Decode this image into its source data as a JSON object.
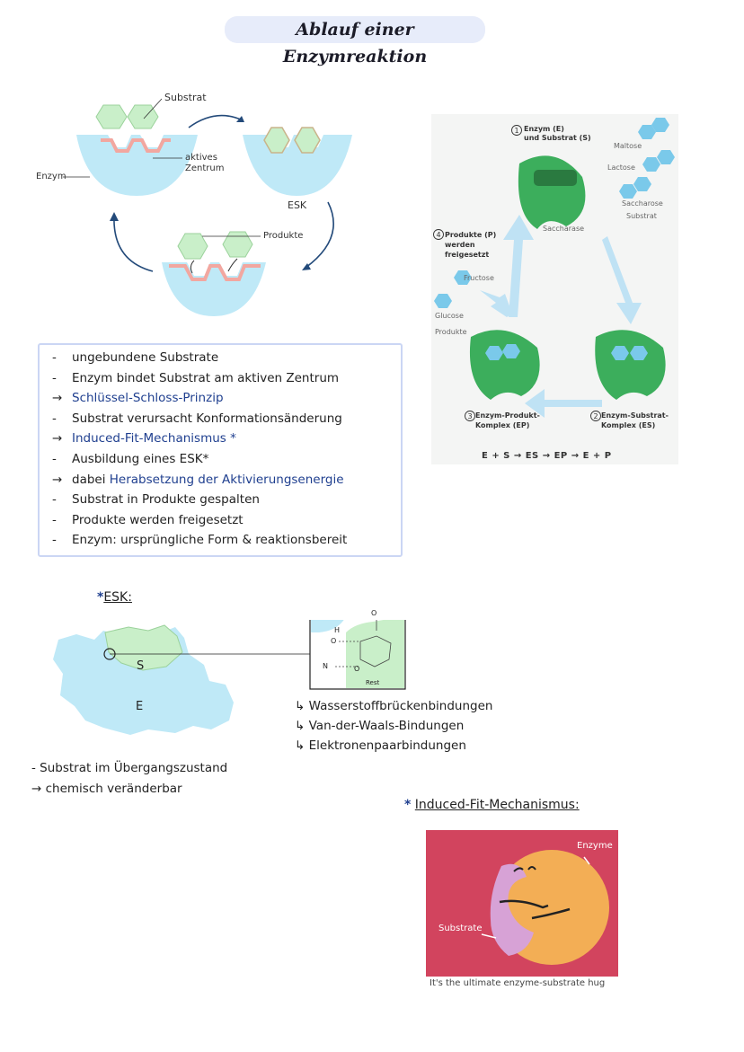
{
  "title": "Ablauf einer Enzymreaktion",
  "cycle": {
    "substrat": "Substrat",
    "aktives": "aktives",
    "zentrum": "Zentrum",
    "enzym": "Enzym",
    "esk": "ESK",
    "produkte": "Produkte"
  },
  "figure": {
    "step1_a": "Enzym (E)",
    "step1_b": "und Substrat (S)",
    "step2_a": "Enzym-Substrat-",
    "step2_b": "Komplex (ES)",
    "step3_a": "Enzym-Produkt-",
    "step3_b": "Komplex (EP)",
    "step4_a": "Produkte (P)",
    "step4_b": "werden",
    "step4_c": "freigesetzt",
    "maltose": "Maltose",
    "lactose": "Lactose",
    "saccharose": "Saccharose",
    "substrat": "Substrat",
    "saccharase": "Saccharase",
    "fructose": "Fructose",
    "glucose": "Glucose",
    "produkte": "Produkte",
    "equation": "E + S  →  ES  →  EP  →  E + P"
  },
  "notes": [
    {
      "marker": "-",
      "text": "ungebundene Substrate",
      "blue": false
    },
    {
      "marker": "-",
      "text": "Enzym bindet Substrat am aktiven Zentrum",
      "blue": false
    },
    {
      "marker": "→",
      "text": "Schlüssel-Schloss-Prinzip",
      "blue": true
    },
    {
      "marker": "-",
      "text": "Substrat verursacht Konformationsänderung",
      "blue": false
    },
    {
      "marker": "→",
      "text": "Induced-Fit-Mechanismus *",
      "blue": true
    },
    {
      "marker": "-",
      "text": "Ausbildung eines ESK*",
      "blue": false
    },
    {
      "marker": "→",
      "text": "dabei ",
      "blue_part": "Herabsetzung der Aktivierungsenergie",
      "blue": false
    },
    {
      "marker": "-",
      "text": "Substrat in Produkte gespalten",
      "blue": false
    },
    {
      "marker": "-",
      "text": "Produkte werden freigesetzt",
      "blue": false
    },
    {
      "marker": "-",
      "text": "Enzym: ursprüngliche Form & reaktionsbereit",
      "blue": false
    }
  ],
  "esk": {
    "heading_star": "*",
    "heading": "ESK:",
    "s_label": "S",
    "e_label": "E",
    "rest": "Rest",
    "o": "O",
    "h": "H",
    "n": "N",
    "bonds": [
      "↳ Wasserstoffbrückenbindungen",
      "↳ Van-der-Waals-Bindungen",
      "↳ Elektronenpaarbindungen"
    ],
    "note1": "- Substrat im Übergangszustand",
    "note2": "→ chemisch veränderbar"
  },
  "fit": {
    "heading_star": "*",
    "heading": "Induced-Fit-Mechanismus:",
    "enzyme": "Enzyme",
    "substrate": "Substrate",
    "caption": "It's the ultimate enzyme-substrate hug"
  },
  "colors": {
    "enzyme_blue": "#bfe9f7",
    "substrate_green": "#c9efc9",
    "active_pink": "#f2a7a0",
    "box_border": "#cbd6f4",
    "ink_blue": "#1f3f8f",
    "photo_bg": "#d2445e",
    "photo_enzyme": "#f3ae55",
    "photo_substrate": "#d7a2d6"
  }
}
